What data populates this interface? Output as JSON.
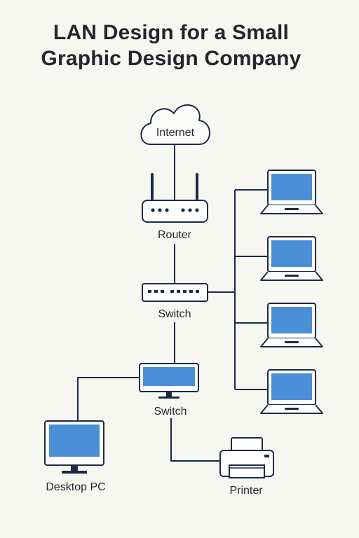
{
  "title": {
    "line1": "LAN Design for a Small",
    "line2": "Graphic Design Company"
  },
  "nodes": {
    "internet": "Internet",
    "router": "Router",
    "switch_main": "Switch",
    "switch_secondary": "Switch",
    "desktop": "Desktop PC",
    "printer": "Printer"
  },
  "colors": {
    "stroke": "#1b2a45",
    "screen": "#4a8fd6",
    "background": "#f7f7f2"
  },
  "icons": [
    "cloud-icon",
    "router-icon",
    "switch-icon",
    "monitor-icon",
    "laptop-icon",
    "printer-icon"
  ]
}
